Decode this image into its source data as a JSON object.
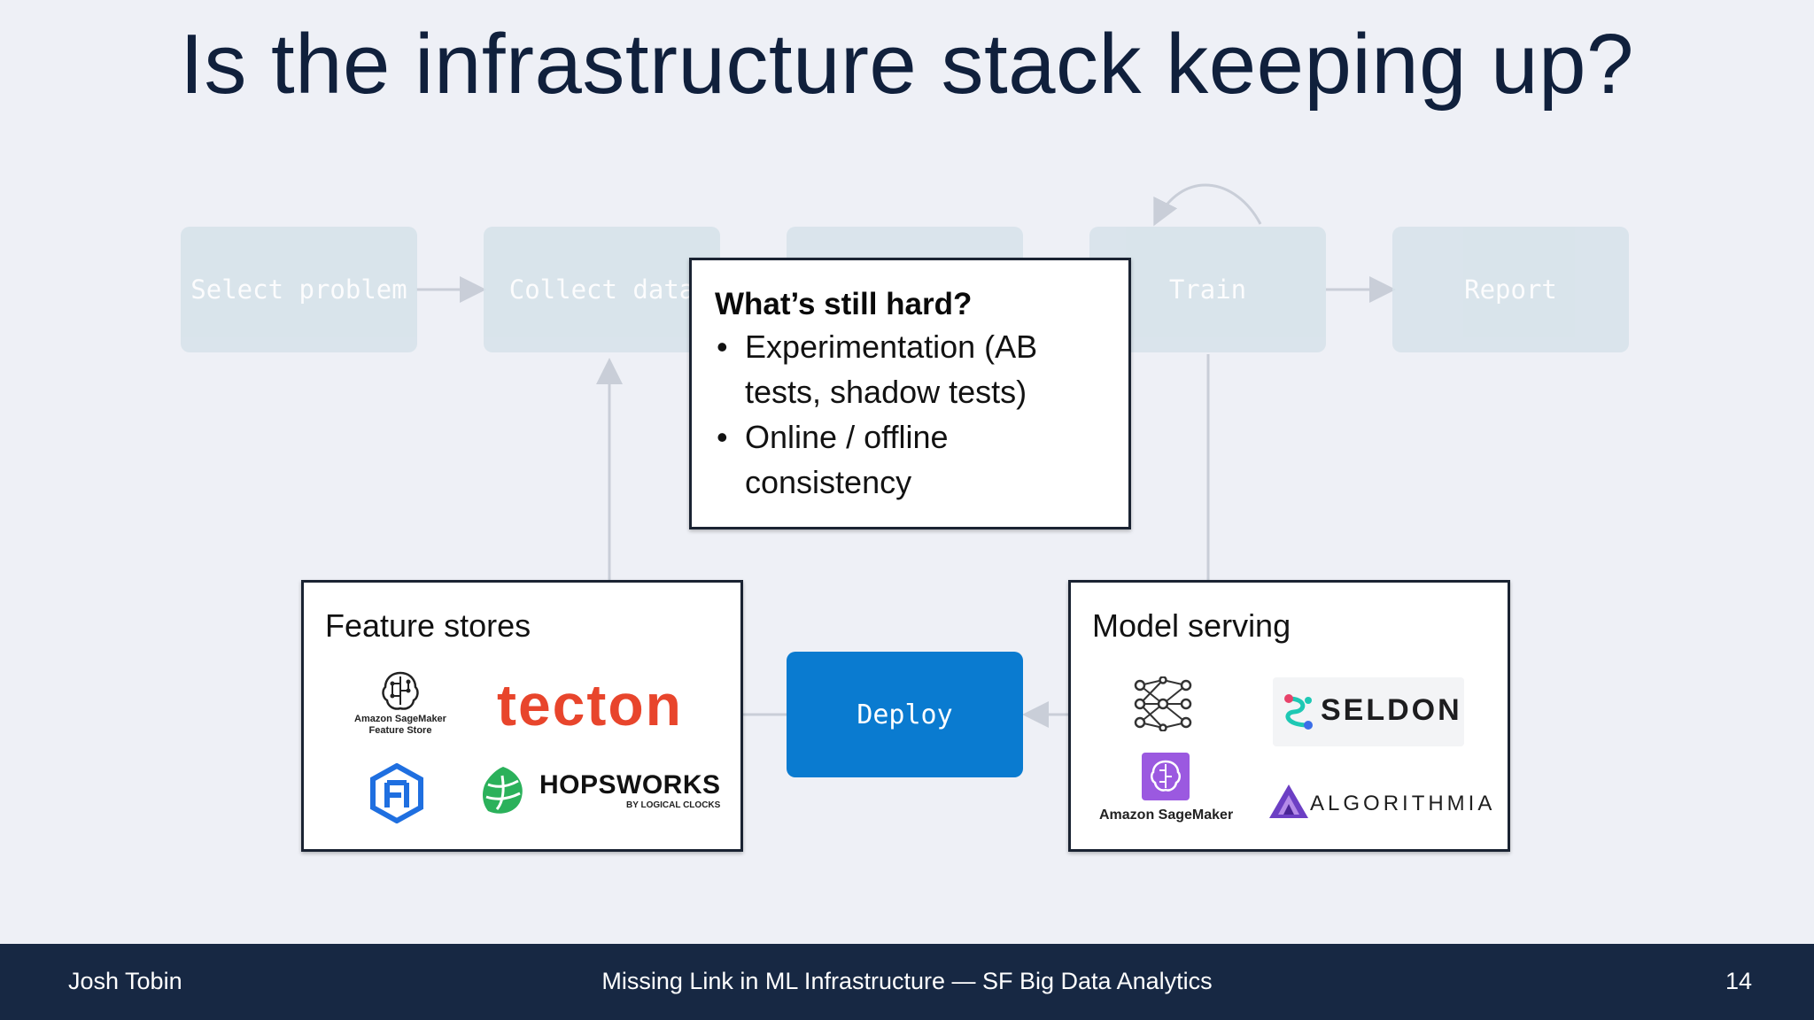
{
  "title": "Is the infrastructure stack keeping up?",
  "stages": [
    {
      "label": "Select problem"
    },
    {
      "label": "Collect data"
    },
    {
      "label": ""
    },
    {
      "label": "Train"
    },
    {
      "label": "Report"
    }
  ],
  "deploy_label": "Deploy",
  "hard_box": {
    "heading": "What’s still hard?",
    "bullets": [
      "Experimentation (AB tests, shadow tests)",
      "Online / offline consistency"
    ]
  },
  "feature_stores": {
    "title": "Feature stores",
    "sagemaker_label": "Amazon SageMaker Feature Store",
    "tecton": "tecton",
    "hopsworks": "HOPSWORKS",
    "hopsworks_sub": "BY LOGICAL CLOCKS"
  },
  "model_serving": {
    "title": "Model serving",
    "sagemaker_label": "Amazon SageMaker",
    "seldon": "SELDON",
    "algorithmia": "ALGORITHMIA"
  },
  "footer": {
    "author": "Josh Tobin",
    "talk": "Missing Link in ML Infrastructure — SF Big Data Analytics",
    "page": "14"
  },
  "colors": {
    "background": "#eef0f6",
    "stage_faded": "#d6e2ea",
    "deploy": "#0a7bd0",
    "footer": "#172843",
    "tecton": "#e8452c",
    "hopsworks_green": "#2bb15b",
    "sagemaker_purple": "#9b59e0"
  }
}
